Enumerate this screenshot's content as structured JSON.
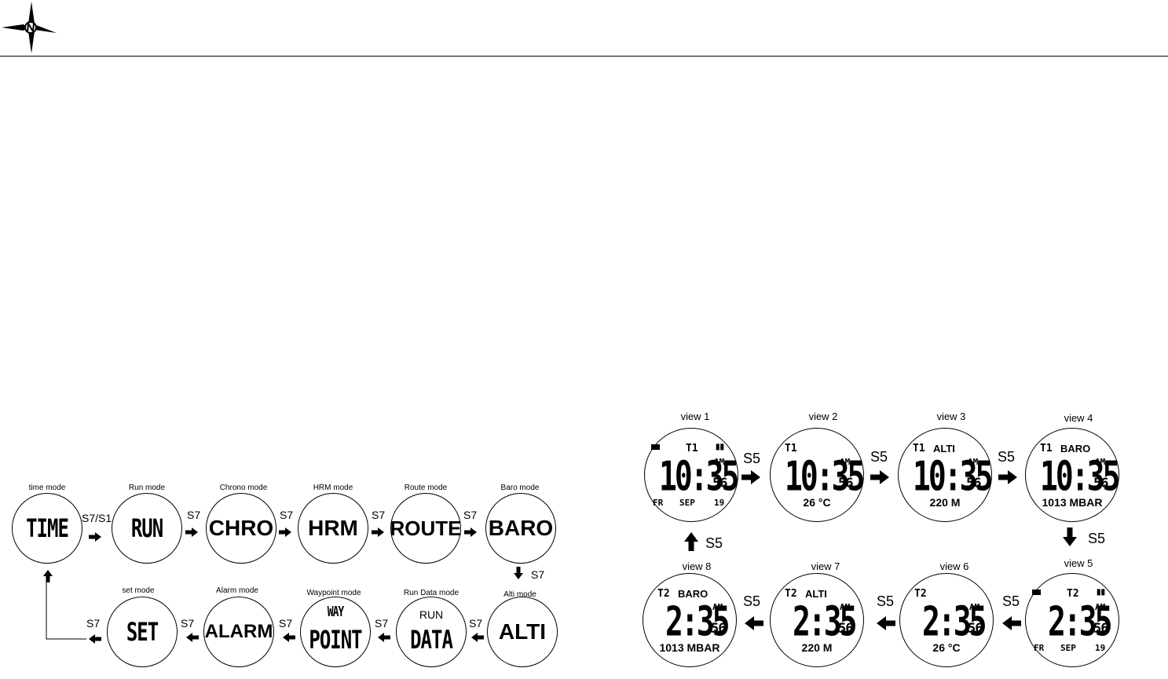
{
  "mode_diagram": {
    "modes": [
      {
        "caption": "time mode",
        "label": "TIME"
      },
      {
        "caption": "Run mode",
        "label": "RUN"
      },
      {
        "caption": "Chrono mode",
        "label": "CHRO"
      },
      {
        "caption": "HRM mode",
        "label": "HRM"
      },
      {
        "caption": "Route mode",
        "label": "ROUTE"
      },
      {
        "caption": "Baro mode",
        "label": "BARO"
      },
      {
        "caption": "Alti mode",
        "label": "ALTI"
      },
      {
        "caption": "Run Data mode",
        "label_top": "RUN",
        "label": "DATA"
      },
      {
        "caption": "Waypoint mode",
        "label_top": "WAY",
        "label": "POINT"
      },
      {
        "caption": "Alarm mode",
        "label": "ALARM"
      },
      {
        "caption": "set mode",
        "label": "SET"
      }
    ],
    "buttons": {
      "first": "S7/S1",
      "next": "S7"
    }
  },
  "views_diagram": {
    "button": "S5",
    "views": [
      {
        "caption": "view 1",
        "top": "T1",
        "hh": "10",
        "mm": "35",
        "ss": "56",
        "ampm": "AM",
        "day": "FR",
        "month": "SEP",
        "date": "19"
      },
      {
        "caption": "view 2",
        "top": "T1",
        "hh": "10",
        "mm": "35",
        "ss": "56",
        "ampm": "AM",
        "bottom": "26 °C"
      },
      {
        "caption": "view 3",
        "top": "T1",
        "top_label": "ALTI",
        "hh": "10",
        "mm": "35",
        "ss": "56",
        "ampm": "AM",
        "bottom": "220  M"
      },
      {
        "caption": "view 4",
        "top": "T1",
        "top_label": "BARO",
        "hh": "10",
        "mm": "35",
        "ss": "56",
        "ampm": "AM",
        "bottom": "1013 MBAR"
      },
      {
        "caption": "view 5",
        "top": "T2",
        "hh": "2",
        "mm": "35",
        "ss": "56",
        "ampm": "AM",
        "day": "FR",
        "month": "SEP",
        "date": "19"
      },
      {
        "caption": "view 6",
        "top": "T2",
        "hh": "2",
        "mm": "35",
        "ss": "56",
        "ampm": "AM",
        "bottom": "26 °C"
      },
      {
        "caption": "view 7",
        "top": "T2",
        "top_label": "ALTI",
        "hh": "2",
        "mm": "35",
        "ss": "56",
        "ampm": "AM",
        "bottom": "220  M"
      },
      {
        "caption": "view 8",
        "top": "T2",
        "top_label": "BARO",
        "hh": "2",
        "mm": "35",
        "ss": "56",
        "ampm": "AM",
        "bottom": "1013 MBAR"
      }
    ]
  }
}
